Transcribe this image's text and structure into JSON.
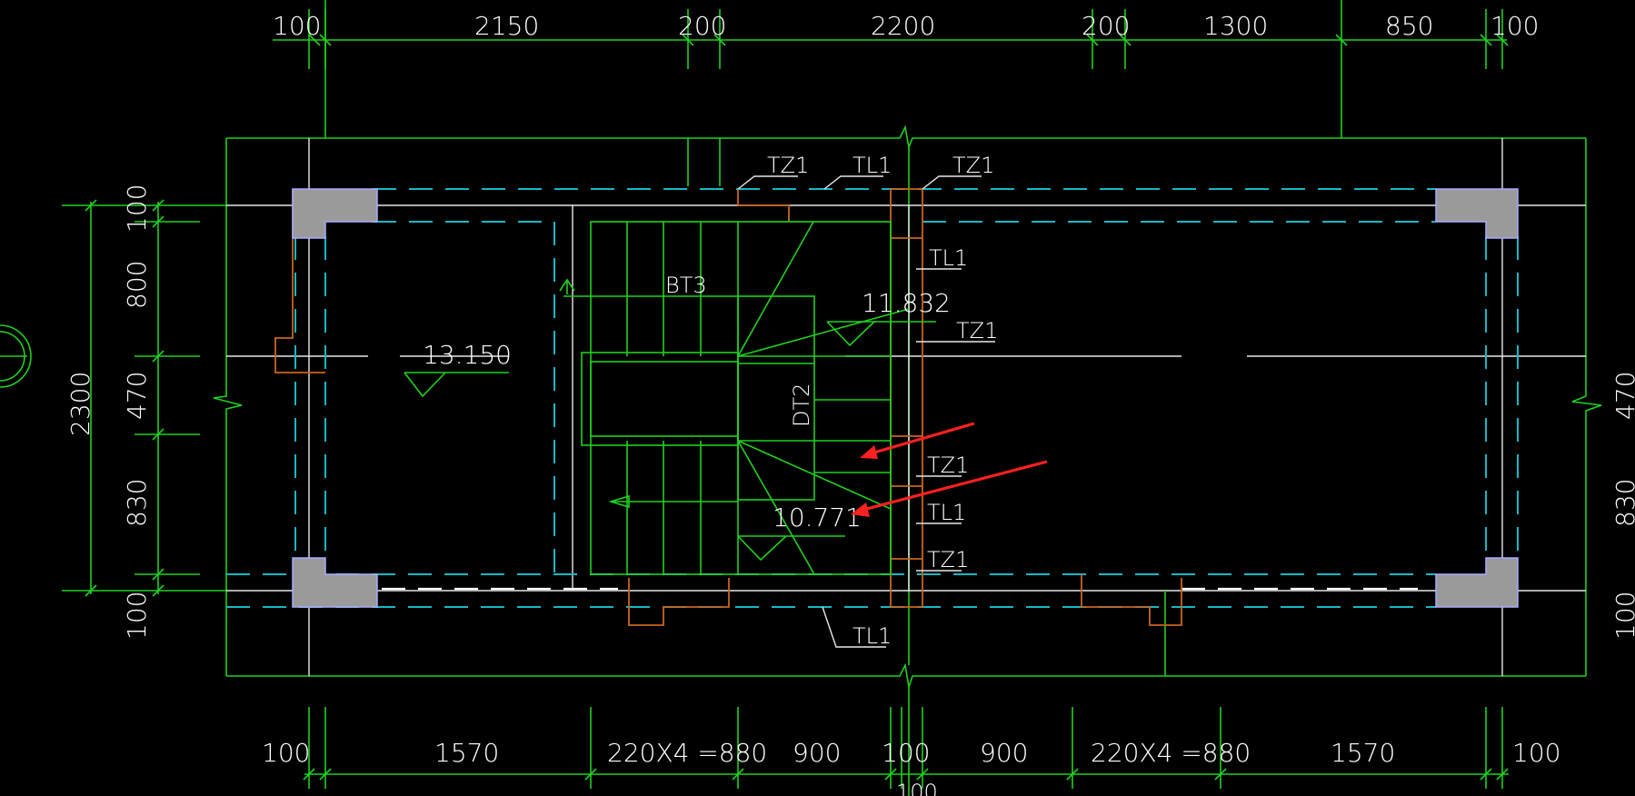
{
  "drawing": {
    "top_dims": [
      "100",
      "2150",
      "200",
      "2200",
      "200",
      "1300",
      "850",
      "100"
    ],
    "bottom_dims": [
      "100",
      "1570",
      "220X4 =880",
      "900",
      "100",
      "900",
      "220X4 =880",
      "1570",
      "100"
    ],
    "bottom_extra_dim": "100",
    "left_total_dim": "2300",
    "left_dims": [
      "100",
      "800",
      "470",
      "830",
      "100"
    ],
    "right_dims": [
      "470",
      "830",
      "100"
    ],
    "elevations": {
      "left_landing": "13.150",
      "upper": "11.832",
      "lower": "10.771"
    },
    "labels": {
      "tz1_a": "TZ1",
      "tl1_a": "TL1",
      "tz1_b": "TZ1",
      "tl1_b": "TL1",
      "tz1_c": "TZ1",
      "tz1_d": "TZ1",
      "tl1_c": "TL1",
      "tz1_e": "TZ1",
      "tl1_d": "TL1",
      "bt3": "BT3",
      "dt2": "DT2"
    },
    "colors": {
      "background": "#000000",
      "lines": "#1fd11f",
      "beams": "#18b7c4",
      "columns": "#9a9a9a",
      "arrows": "#ff2020",
      "wall_outline": "#c8641e"
    }
  }
}
